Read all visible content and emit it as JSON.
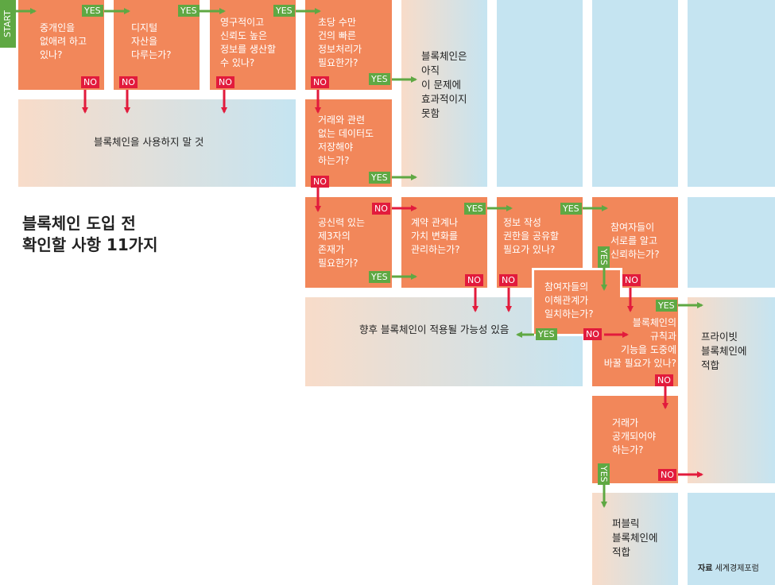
{
  "title": "블록체인 도입 전\n확인할 사항 11가지",
  "start_label": "START",
  "yes_label": "YES",
  "no_label": "NO",
  "questions": {
    "q1": "중개인을\n없애려 하고\n있나?",
    "q2": "디지털\n자산을\n다루는가?",
    "q3": "영구적이고\n신뢰도 높은\n정보를 생산할\n수 있나?",
    "q4": "초당 수만\n건의 빠른\n정보처리가\n필요한가?",
    "q5": "거래와 관련\n없는 데이터도\n저장해야\n하는가?",
    "q6": "공신력 있는\n제3자의\n존재가\n필요한가?",
    "q7": "계약 관계나\n가치 변화를\n관리하는가?",
    "q8": "정보 작성\n권한을 공유할\n필요가 있나?",
    "q9": "참여자들이\n서로를 알고\n신뢰하는가?",
    "q10": "참여자들의\n이해관계가\n일치하는가?",
    "q11": "블록체인의\n규칙과\n기능을 도중에\n바꿀 필요가 있나?",
    "q12": "거래가\n공개되어야\n하는가?"
  },
  "results": {
    "dont_use": "블록체인을 사용하지 말 것",
    "not_effective": "블록체인은\n아직\n이 문제에\n효과적이지\n못함",
    "future": "향후 블록체인이 적용될 가능성 있음",
    "private": "프라이빗\n블록체인에\n적합",
    "public": "퍼블릭\n블록체인에\n적합"
  },
  "source": {
    "label": "자료",
    "name": "세계경제포럼"
  },
  "colors": {
    "question": "#f2875a",
    "yes": "#5fa843",
    "no": "#e21b3c",
    "blue": "#c5e4f1",
    "peach": "#f8dcc9"
  }
}
